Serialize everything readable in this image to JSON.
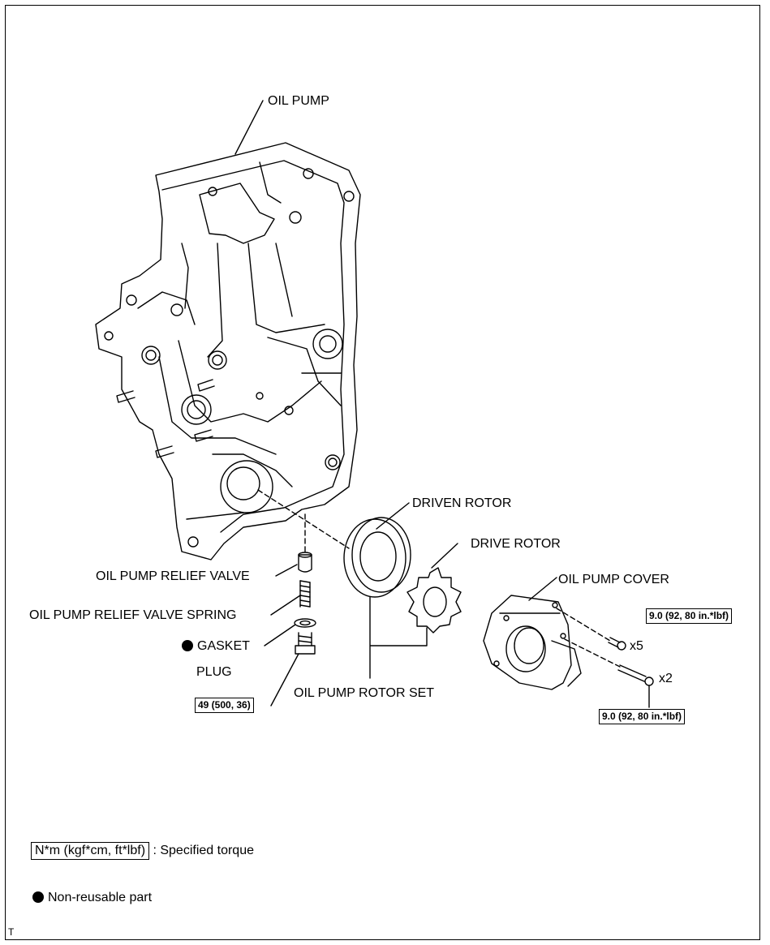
{
  "labels": {
    "oil_pump": "OIL PUMP",
    "driven_rotor": "DRIVEN ROTOR",
    "drive_rotor": "DRIVE ROTOR",
    "relief_valve": "OIL PUMP RELIEF VALVE",
    "oil_pump_cover": "OIL PUMP COVER",
    "relief_valve_spring": "OIL PUMP RELIEF VALVE SPRING",
    "gasket": "GASKET",
    "plug": "PLUG",
    "rotor_set": "OIL PUMP ROTOR SET",
    "count_x5": "x5",
    "count_x2": "x2"
  },
  "torques": {
    "plug": "49 (500, 36)",
    "cover_bolt_short": "9.0 (92, 80 in.*lbf)",
    "cover_bolt_long": "9.0 (92, 80 in.*lbf)"
  },
  "legend": {
    "torque_box": "N*m (kgf*cm, ft*lbf)",
    "torque_text": ": Specified torque",
    "nonreusable_text": "Non-reusable part"
  },
  "corner_mark": "T"
}
